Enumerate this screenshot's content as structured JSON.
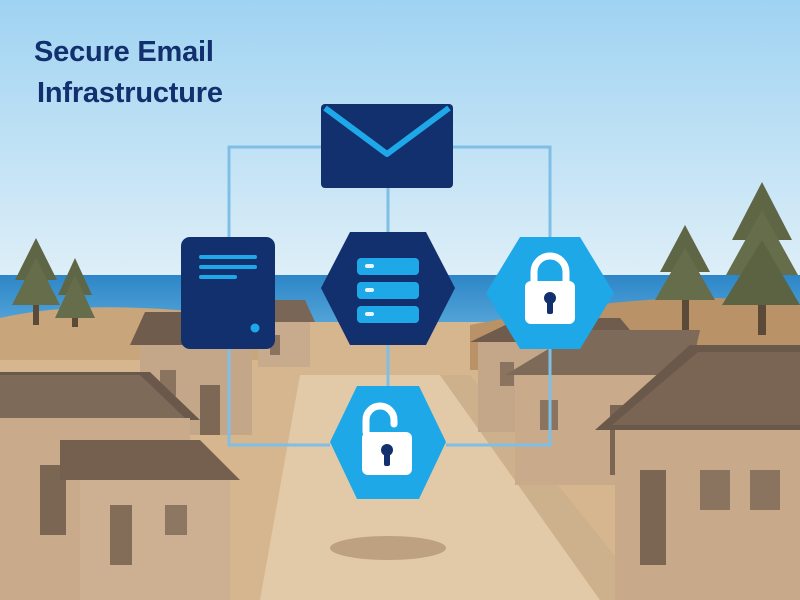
{
  "header": {
    "title_line_1": "Secure Email",
    "title_line_2": "Infrastructure"
  },
  "diagram": {
    "nodes": [
      {
        "id": "email",
        "icon": "envelope-icon",
        "shape": "rectangle"
      },
      {
        "id": "mail-server",
        "icon": "server-tower-icon",
        "shape": "rounded-rectangle"
      },
      {
        "id": "database",
        "icon": "server-rack-icon",
        "shape": "hexagon"
      },
      {
        "id": "encryption",
        "icon": "padlock-closed-icon",
        "shape": "hexagon"
      },
      {
        "id": "decryption",
        "icon": "padlock-open-icon",
        "shape": "hexagon"
      }
    ],
    "colors": {
      "navy": "#122f6e",
      "accent_blue": "#1fa8e8",
      "connector": "#7fbfe6",
      "sky": "#bfe2f5",
      "sea": "#2f8fd0",
      "sand": "#d9b993",
      "tree": "#5f6645"
    }
  }
}
